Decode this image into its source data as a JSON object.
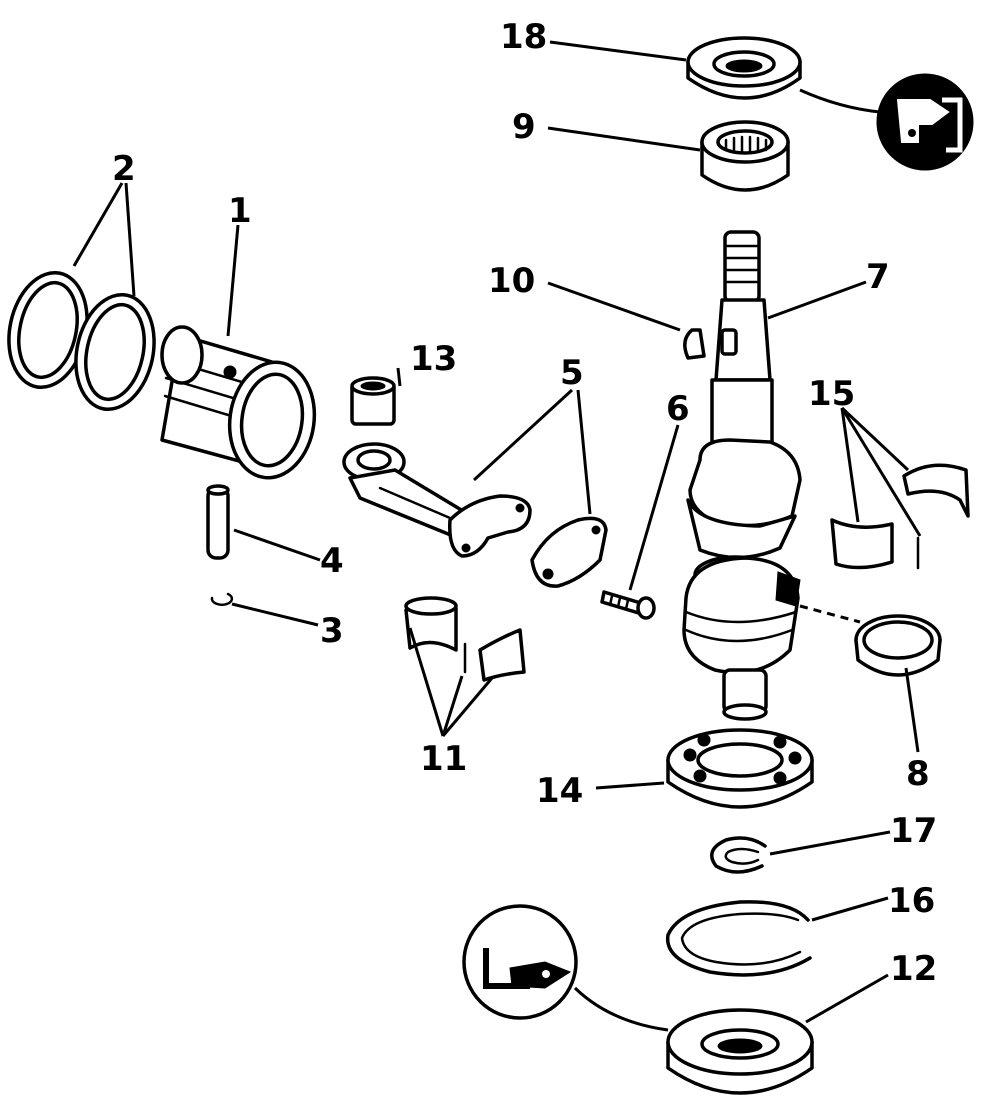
{
  "diagram": {
    "callouts": {
      "c1": "1",
      "c2": "2",
      "c3": "3",
      "c4": "4",
      "c5": "5",
      "c6": "6",
      "c7": "7",
      "c8": "8",
      "c9": "9",
      "c10": "10",
      "c11": "11",
      "c12": "12",
      "c13": "13",
      "c14": "14",
      "c15": "15",
      "c16": "16",
      "c17": "17",
      "c18": "18"
    },
    "icons": [
      "seal-install-direction-icon-top",
      "seal-install-direction-icon-bottom"
    ],
    "ink_color": "#000000",
    "paper_color": "#ffffff"
  }
}
